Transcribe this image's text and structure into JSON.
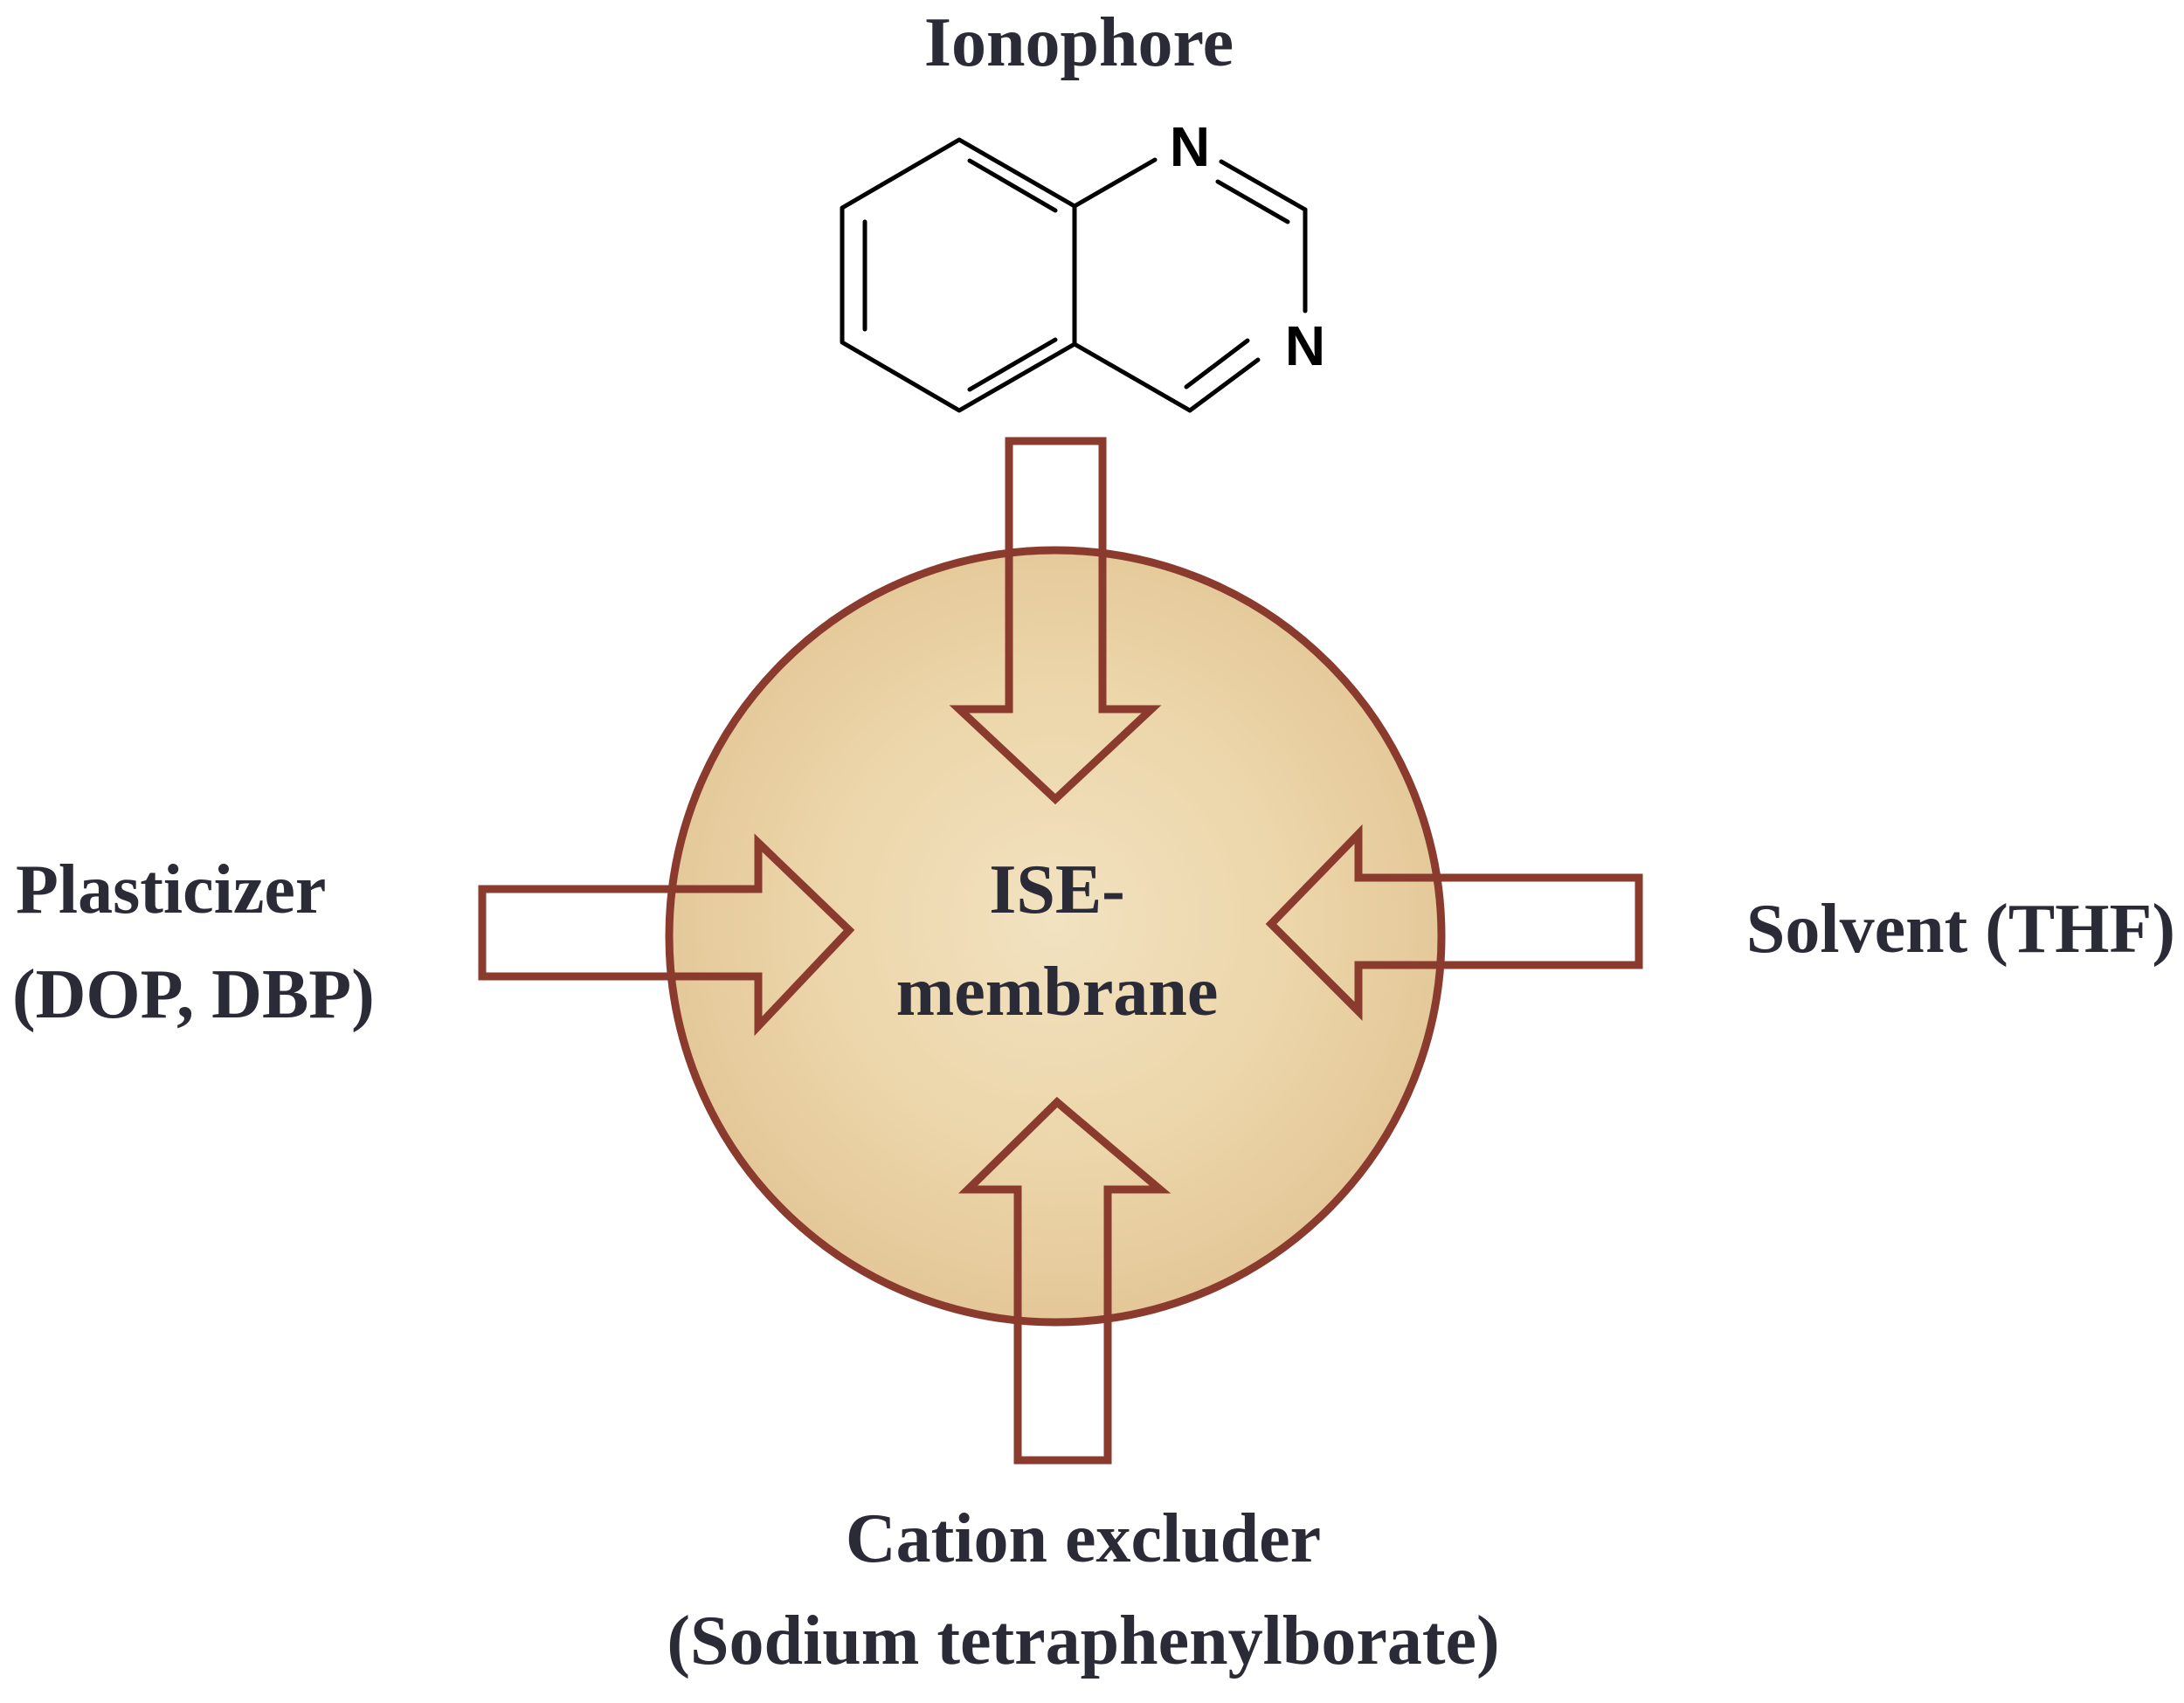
{
  "ionophore_label": "Ionophore",
  "structure": {
    "atom_n1": "N",
    "atom_n3": "N"
  },
  "center": {
    "line1": "ISE-",
    "line2": "membrane"
  },
  "plasticizer": {
    "line1": "Plasticizer",
    "line2": "(DOP, DBP)"
  },
  "solvent_label": "Solvent (THF)",
  "cation_excluder": {
    "line1": "Cation excluder",
    "line2": "(Sodium tetraphenylborate)"
  },
  "colors": {
    "circle_fill": "#e8d2a6",
    "outline": "#8b3a2e",
    "text": "#2b2b38"
  }
}
